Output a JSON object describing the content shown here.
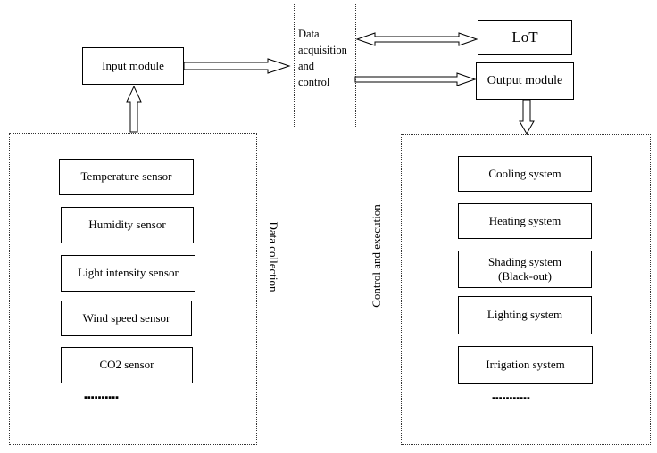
{
  "input_module": "Input module",
  "data_acquisition": "Data\nacquisition\nand\ncontrol",
  "lot": "LoT",
  "output_module": "Output module",
  "data_collection_label": "Data collection",
  "control_execution_label": "Control and execution",
  "sensors": [
    "Temperature sensor",
    "Humidity sensor",
    "Light intensity sensor",
    "Wind speed sensor",
    "CO2 sensor"
  ],
  "systems": [
    "Cooling system",
    "Heating system",
    "Shading system\n(Black-out)",
    "Lighting system",
    "Irrigation system"
  ],
  "ellipsis_left": "▪▪▪▪▪▪▪▪▪▪",
  "ellipsis_right": "▪▪▪▪▪▪▪▪▪▪▪"
}
